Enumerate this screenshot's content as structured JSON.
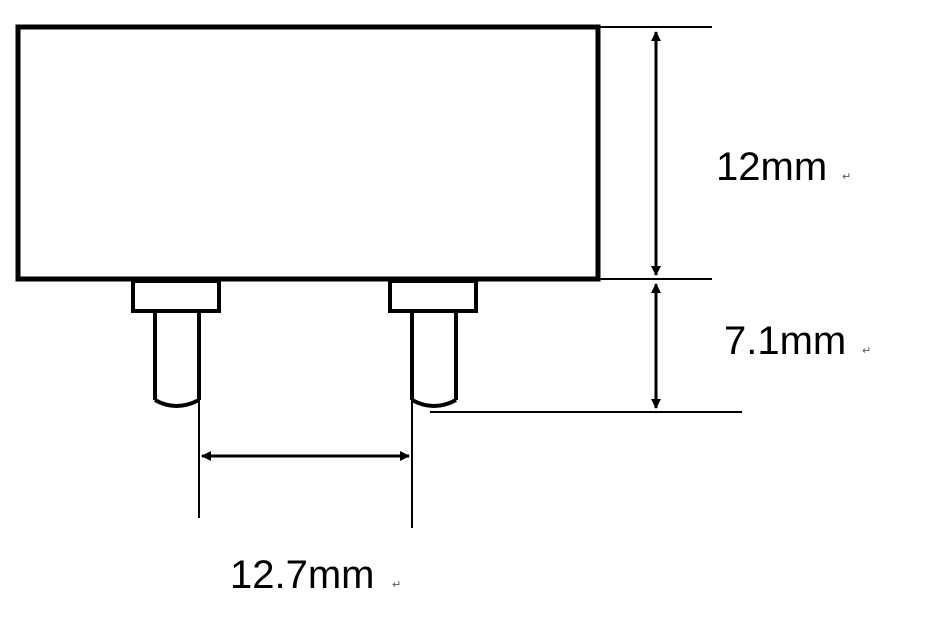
{
  "dimensions": {
    "height_body": {
      "label": "12mm",
      "mark": "↵"
    },
    "height_pins": {
      "label": "7.1mm",
      "mark": "↵"
    },
    "pin_spacing": {
      "label": "12.7mm",
      "mark": "↵"
    }
  },
  "colors": {
    "stroke": "#000000",
    "background": "#ffffff"
  }
}
